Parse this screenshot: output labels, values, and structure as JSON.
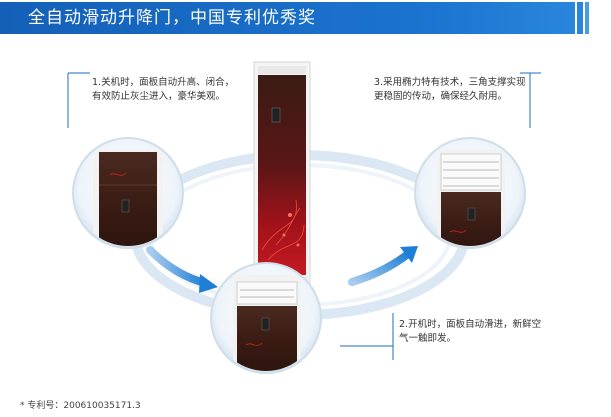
{
  "banner": {
    "title": "全自动滑动升降门，中国专利优秀奖",
    "color": "#1a6fc4"
  },
  "notes": {
    "note1": {
      "line1": "1.关机时，面板自动升高、闭合，",
      "line2": "有效防止灰尘进入，豪华美观。"
    },
    "note2": {
      "line1": "2.开机时，面板自动滑进，新鲜空",
      "line2": "气一触即发。"
    },
    "note3": {
      "line1": "3.采用椭力特有技术，三角支撑实现",
      "line2": "更稳固的传动，确保经久耐用。"
    }
  },
  "footer": {
    "patent": "* 专利号：200610035171.3"
  },
  "colors": {
    "accent": "#1a6fc4",
    "arrow": "#1f7fd6",
    "panel_dark": "#3a1f18",
    "panel_red": "#b0121c"
  }
}
